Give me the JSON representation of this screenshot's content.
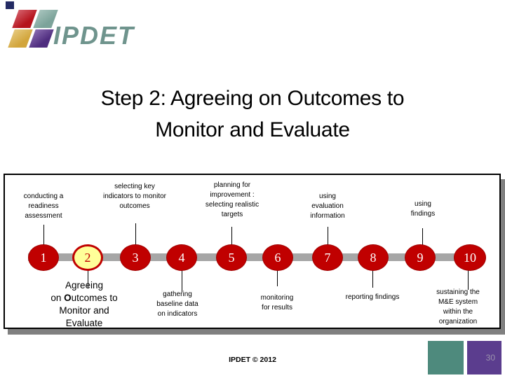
{
  "colors": {
    "circle_red": "#c00000",
    "highlight_yellow": "#ffff99",
    "bar_gray": "#a6a6a6",
    "shadow_gray": "#808080",
    "logo_red": "#b5121b",
    "logo_teal": "#7ca39a",
    "logo_gold": "#d2a53c",
    "logo_purple": "#4f2d7f",
    "logo_navy": "#232a63",
    "logo_text_teal": "#6f948d",
    "footer_teal": "#4e8a7d",
    "footer_purple": "#5b3d8e"
  },
  "logo": {
    "text": "IPDET"
  },
  "title": "Step 2: Agreeing on Outcomes to\nMonitor and Evaluate",
  "timeline": {
    "steps": [
      {
        "number": "1",
        "label": "conducting a\nreadiness\nassessment"
      },
      {
        "number": "2",
        "label": "Agreeing on Outcomes to Monitor and Evaluate"
      },
      {
        "number": "3",
        "label": "selecting key\nindicators to monitor\noutcomes"
      },
      {
        "number": "4",
        "label": "gathering\nbaseline data\non indicators"
      },
      {
        "number": "5",
        "label": "planning for\nimprovement :\nselecting realistic\ntargets"
      },
      {
        "number": "6",
        "label": "monitoring\nfor results"
      },
      {
        "number": "7",
        "label": "using\nevaluation\ninformation"
      },
      {
        "number": "8",
        "label": "reporting findings"
      },
      {
        "number": "9",
        "label": "using\nfindings"
      },
      {
        "number": "10",
        "label": "sustaining the\nM&E system\nwithin the\norganization"
      }
    ],
    "highlight_label": {
      "pre": "Agreeing\non ",
      "bold": "O",
      "post": "utcomes to\nMonitor and\nEvaluate"
    }
  },
  "footer": {
    "copyright": "IPDET © 2012",
    "page_number": "30"
  }
}
